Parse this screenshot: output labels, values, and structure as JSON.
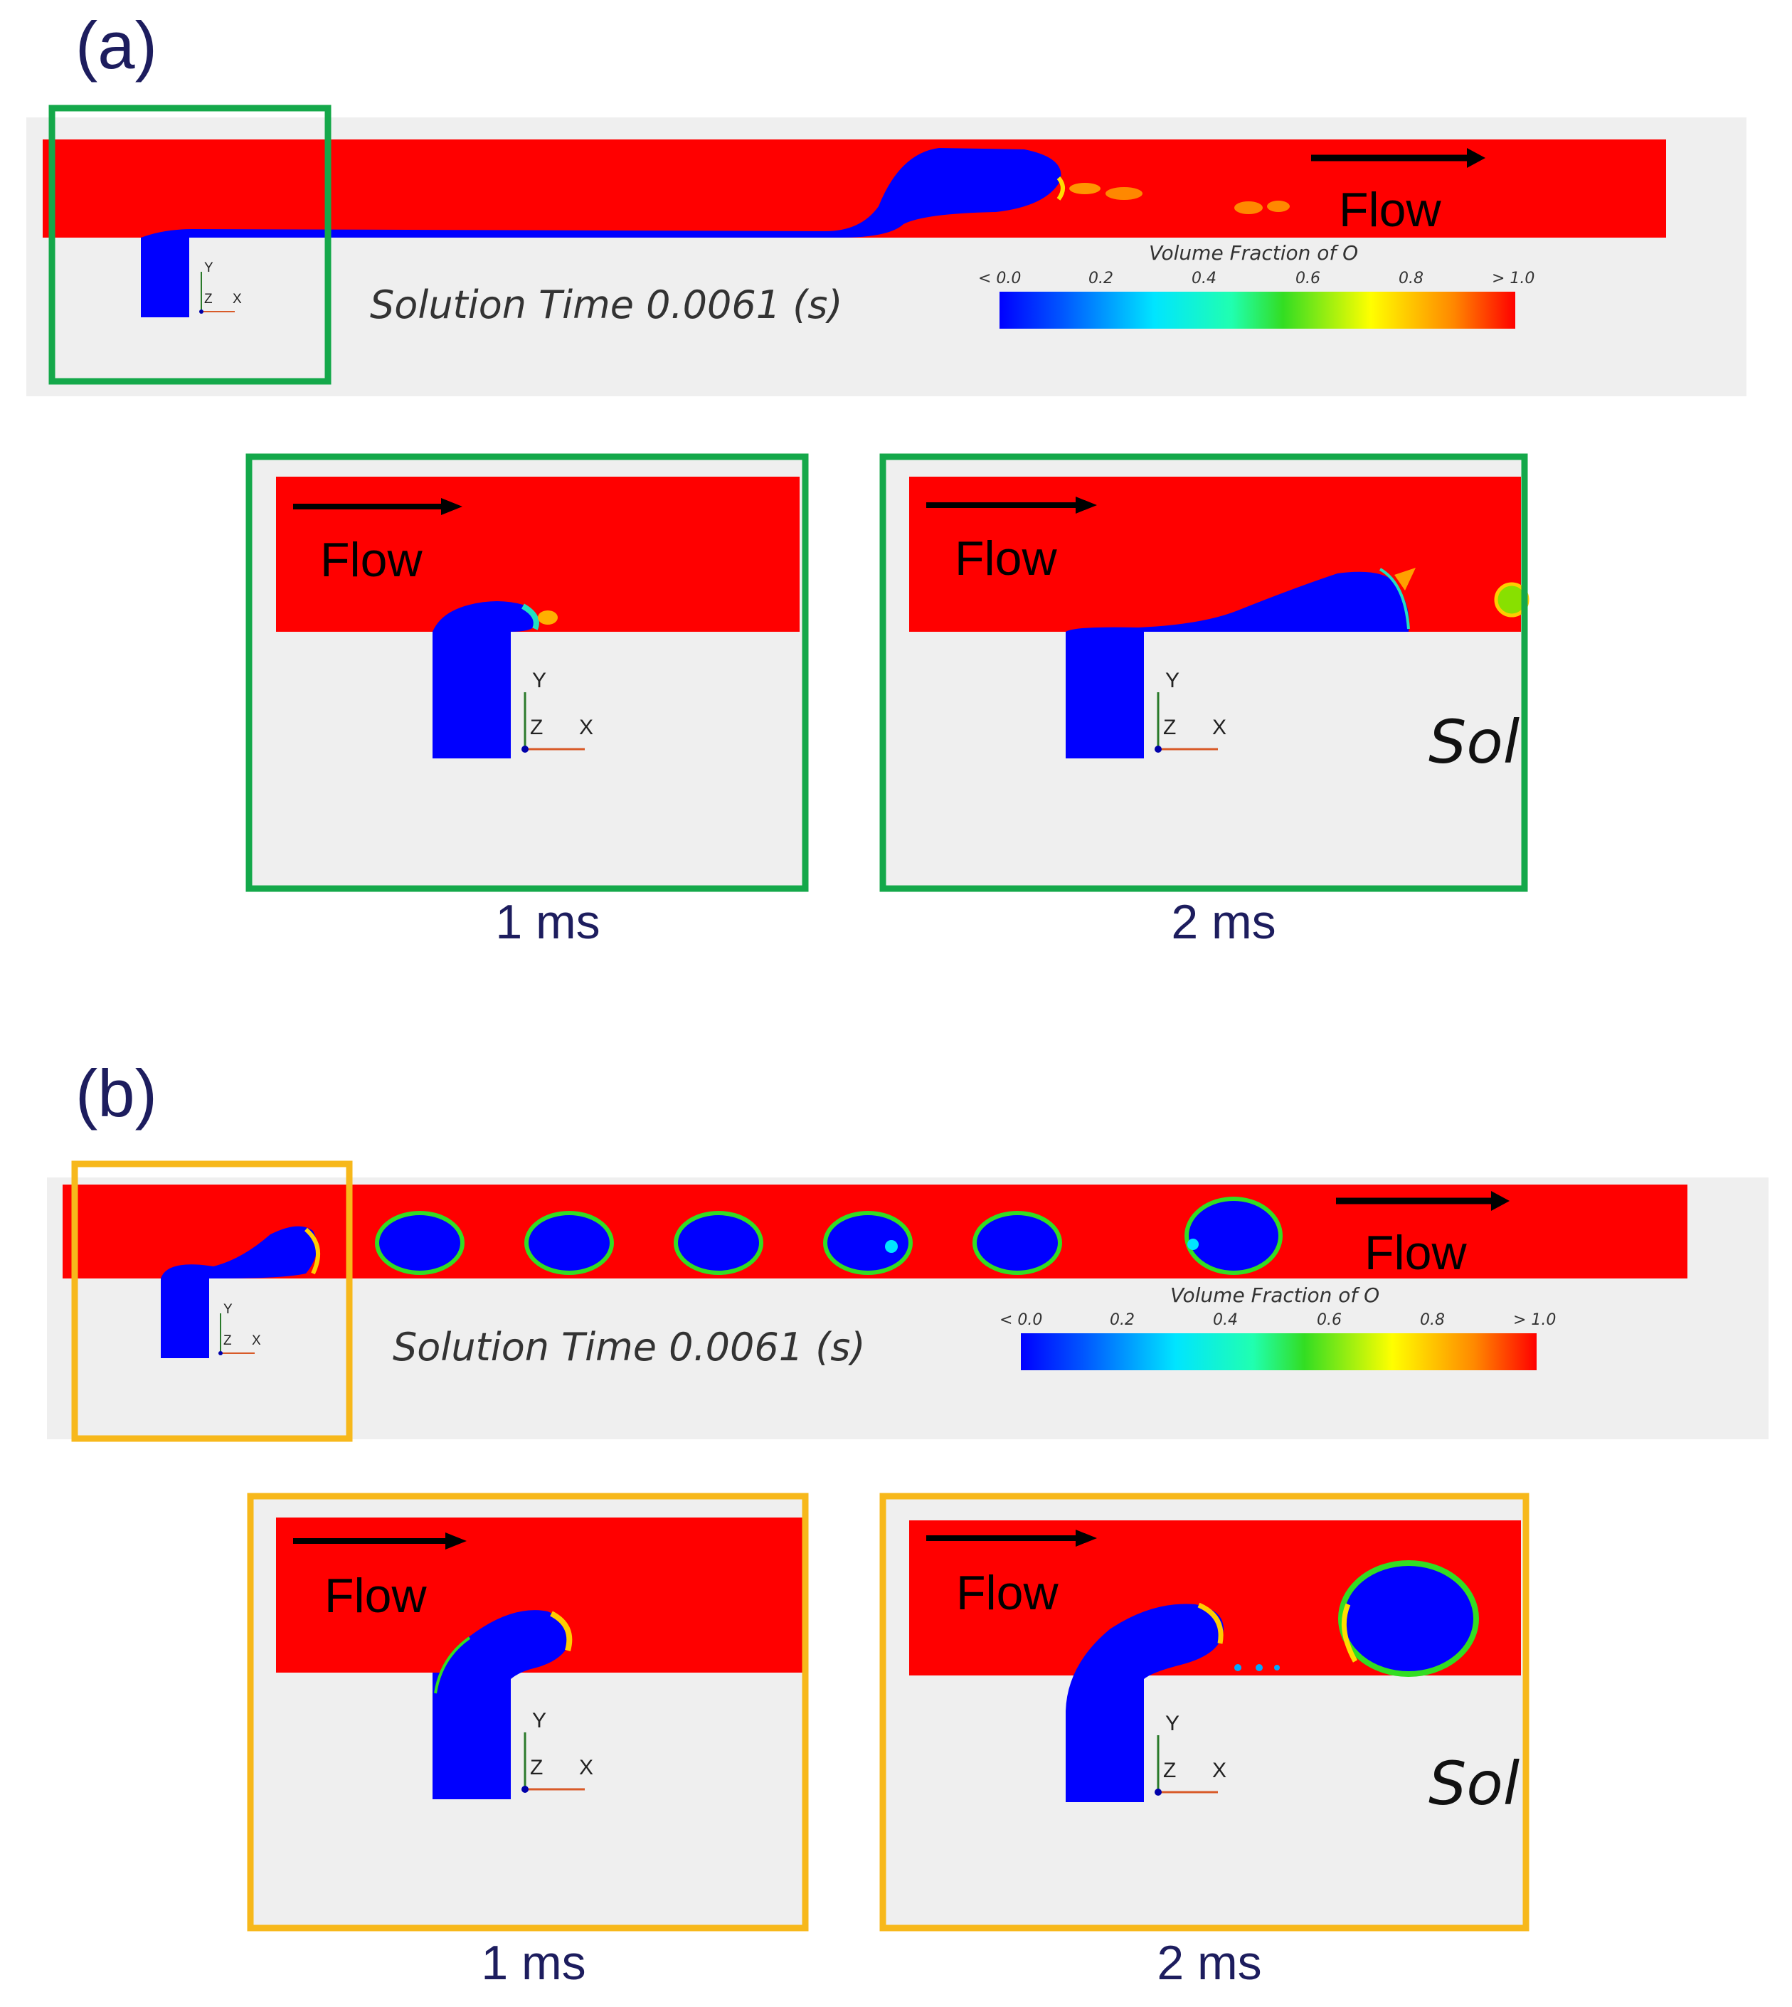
{
  "panels": [
    {
      "id": "a",
      "label": "(a)",
      "solution_time": "Solution Time 0.0061 (s)",
      "flow_label": "Flow",
      "frame_color": "#14a84a",
      "insets": [
        {
          "caption": "1 ms",
          "flow_label": "Flow",
          "cut_text": ""
        },
        {
          "caption": "2 ms",
          "flow_label": "Flow",
          "cut_text": "Sol"
        }
      ]
    },
    {
      "id": "b",
      "label": "(b)",
      "solution_time": "Solution Time 0.0061 (s)",
      "flow_label": "Flow",
      "frame_color": "#f7b81b",
      "insets": [
        {
          "caption": "1 ms",
          "flow_label": "Flow",
          "cut_text": ""
        },
        {
          "caption": "2 ms",
          "flow_label": "Flow",
          "cut_text": "Sol"
        }
      ]
    }
  ],
  "colorbar": {
    "title": "Volume Fraction of O",
    "ticks": [
      "< 0.0",
      "0.2",
      "0.4",
      "0.6",
      "0.8",
      "> 1.0"
    ]
  },
  "axes_triad": {
    "y": "Y",
    "z": "Z",
    "x": "X"
  },
  "mini_triad": {
    "y": "Y",
    "z": "Z",
    "x": "X"
  },
  "colors": {
    "continuous_phase": "#ff0000",
    "dispersed_phase": "#0000ff",
    "background": "#efefef"
  }
}
